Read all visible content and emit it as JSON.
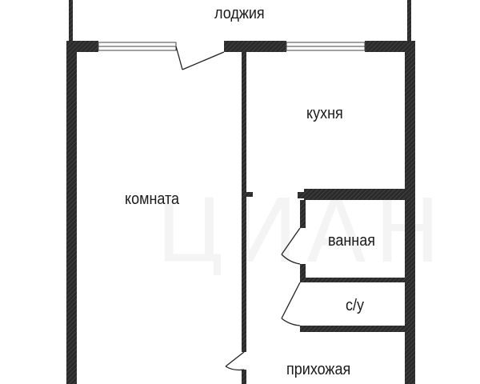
{
  "rooms": {
    "loggia": "лоджия",
    "kitchen": "кухня",
    "room": "комната",
    "bathroom": "ванная",
    "toilet": "с/у",
    "hallway": "прихожая"
  },
  "watermark": "ЦИАН",
  "colors": {
    "wall": "#2b2b2b",
    "wall_hatch": "#555555",
    "background": "#ffffff"
  }
}
